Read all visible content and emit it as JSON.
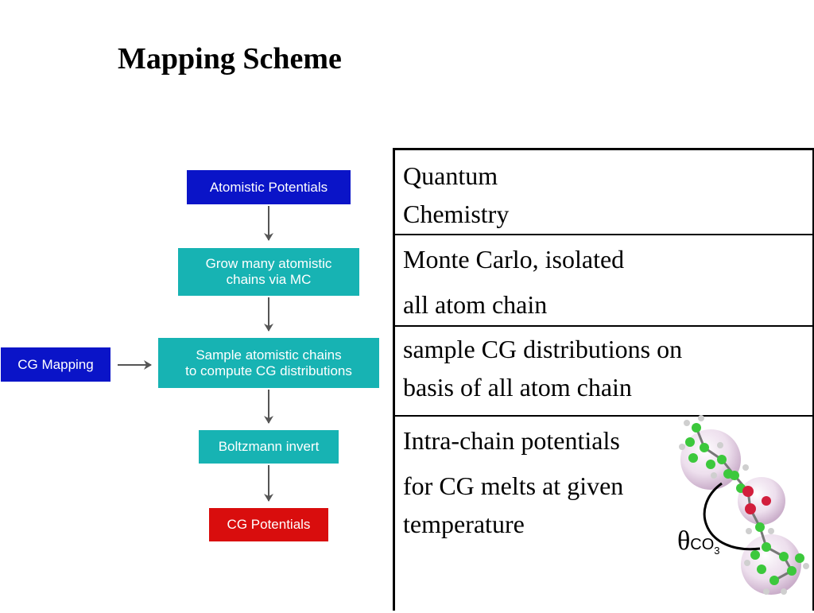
{
  "title": "Mapping Scheme",
  "flowchart": {
    "atomistic_potentials": "Atomistic Potentials",
    "grow_line1": "Grow many atomistic",
    "grow_line2": "chains via MC",
    "sample_line1": "Sample atomistic chains",
    "sample_line2": "to compute CG distributions",
    "boltzmann": "Boltzmann invert",
    "cg_potentials": "CG Potentials",
    "cg_mapping": "CG Mapping"
  },
  "table": {
    "row1": [
      "Quantum",
      "Chemistry"
    ],
    "row2": [
      "Monte Carlo, isolated",
      "all atom chain"
    ],
    "row3": [
      "sample CG distributions on",
      "basis of all atom chain"
    ],
    "row4": [
      "Intra-chain potentials",
      "for CG melts at given",
      "temperature"
    ]
  },
  "molecule_label": {
    "theta": "θ",
    "sub": "CO",
    "sub2": "3"
  },
  "colors": {
    "blue": "#0a14c8",
    "teal": "#17b3b3",
    "red": "#d90d0d"
  }
}
